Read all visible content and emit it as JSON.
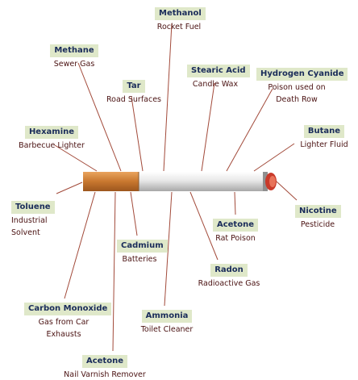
{
  "labels": [
    {
      "id": "methanol",
      "name": "Methanol",
      "use": [
        "Rocket Fuel"
      ]
    },
    {
      "id": "methane",
      "name": "Methane",
      "use": [
        "Sewer Gas"
      ]
    },
    {
      "id": "stearic-acid",
      "name": "Stearic Acid",
      "use": [
        "Candle Wax"
      ]
    },
    {
      "id": "hydrogen-cyanide",
      "name": "Hydrogen Cyanide",
      "use": [
        "Poison used on",
        "Death Row"
      ]
    },
    {
      "id": "tar",
      "name": "Tar",
      "use": [
        "Road Surfaces"
      ]
    },
    {
      "id": "hexamine",
      "name": "Hexamine",
      "use": [
        "Barbecue Lighter"
      ]
    },
    {
      "id": "butane",
      "name": "Butane",
      "use": [
        "Lighter Fluid"
      ]
    },
    {
      "id": "toluene",
      "name": "Toluene",
      "use": [
        "Industrial",
        "Solvent"
      ]
    },
    {
      "id": "nicotine",
      "name": "Nicotine",
      "use": [
        "Pesticide"
      ]
    },
    {
      "id": "acetone-right",
      "name": "Acetone",
      "use": [
        "Rat Poison"
      ]
    },
    {
      "id": "cadmium",
      "name": "Cadmium",
      "use": [
        "Batteries"
      ]
    },
    {
      "id": "radon",
      "name": "Radon",
      "use": [
        "Radioactive Gas"
      ]
    },
    {
      "id": "carbon-monoxide",
      "name": "Carbon Monoxide",
      "use": [
        "Gas from Car",
        "Exhausts"
      ]
    },
    {
      "id": "ammonia",
      "name": "Ammonia",
      "use": [
        "Toilet Cleaner"
      ]
    },
    {
      "id": "acetone-bottom",
      "name": "Acetone",
      "use": [
        "Nail Varnish Remover"
      ]
    }
  ],
  "colors": {
    "line": "#a24a3a",
    "label_bg": "#dfe8c9",
    "label_text": "#1a2c5a",
    "use_text": "#4a1212",
    "filter": "#c87a34",
    "paper": "#e6e6e6",
    "ember": "#c93a2a"
  }
}
